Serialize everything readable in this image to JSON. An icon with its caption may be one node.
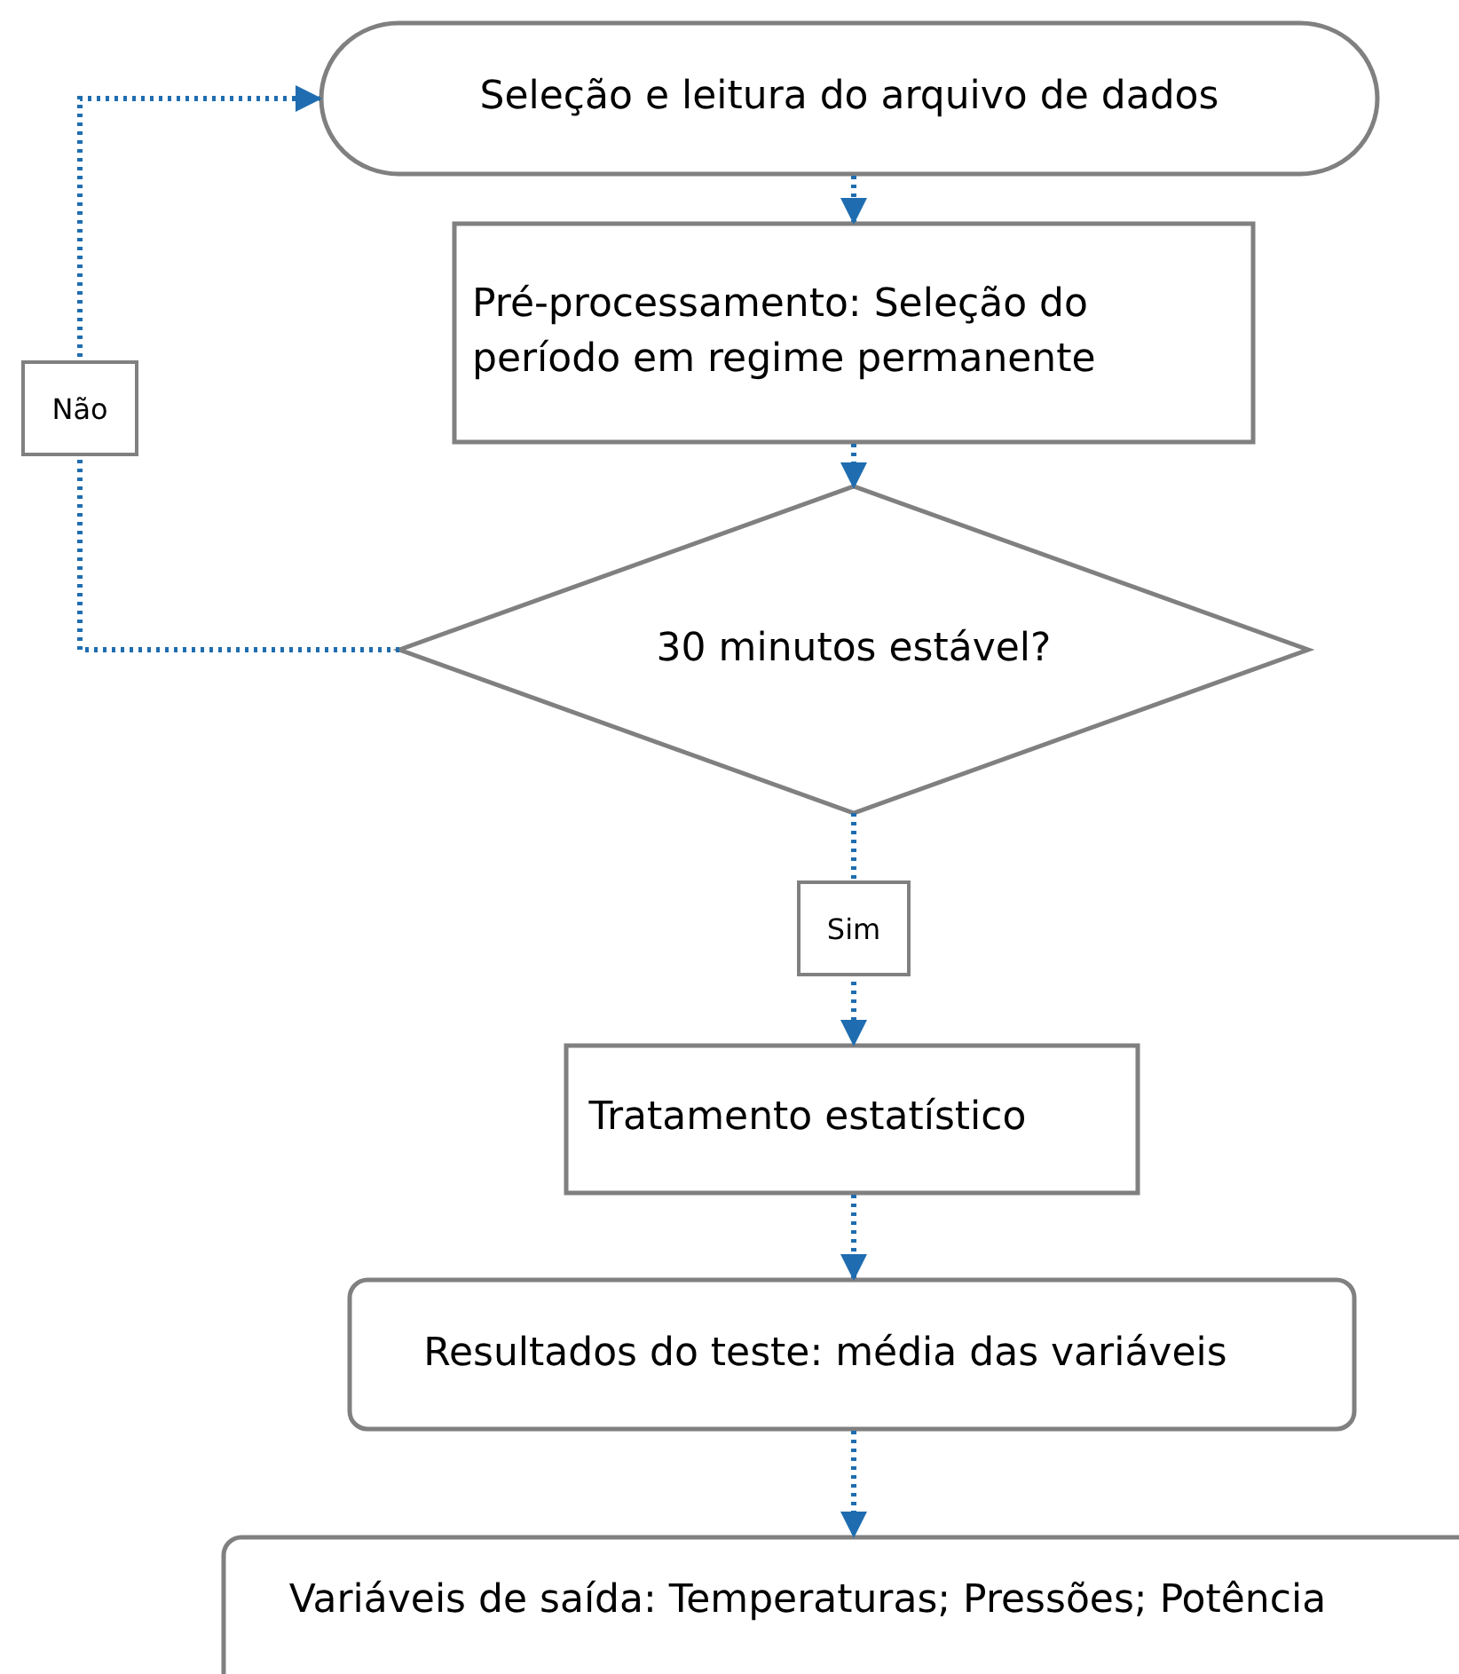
{
  "diagram": {
    "nodes": [
      {
        "text": [
          "Seleção e leitura do arquivo de dados"
        ]
      },
      {
        "text": [
          "Pré-processamento: Seleção do período em regime permanente"
        ]
      },
      {
        "text": [
          "30 minutos estável?"
        ]
      },
      {
        "text": [
          "Tratamento estatístico"
        ]
      },
      {
        "text": [
          "Resultados do teste: média das variáveis"
        ]
      },
      {
        "text": [
          "Variáveis de saída: Temperaturas; Pressões; Potência"
        ]
      }
    ],
    "edges": [
      {
        "from": 0,
        "to": 1,
        "arrow": "to"
      },
      {
        "from": 1,
        "to": 2,
        "arrow": "to"
      },
      {
        "from": 2,
        "to": 3,
        "arrow": "to",
        "label": "Sim"
      },
      {
        "from": 3,
        "to": 4,
        "arrow": "to"
      },
      {
        "from": 4,
        "to": 5,
        "arrow": "to"
      },
      {
        "from": 2,
        "to": 0,
        "arrow": "to",
        "label": "Não"
      }
    ]
  }
}
